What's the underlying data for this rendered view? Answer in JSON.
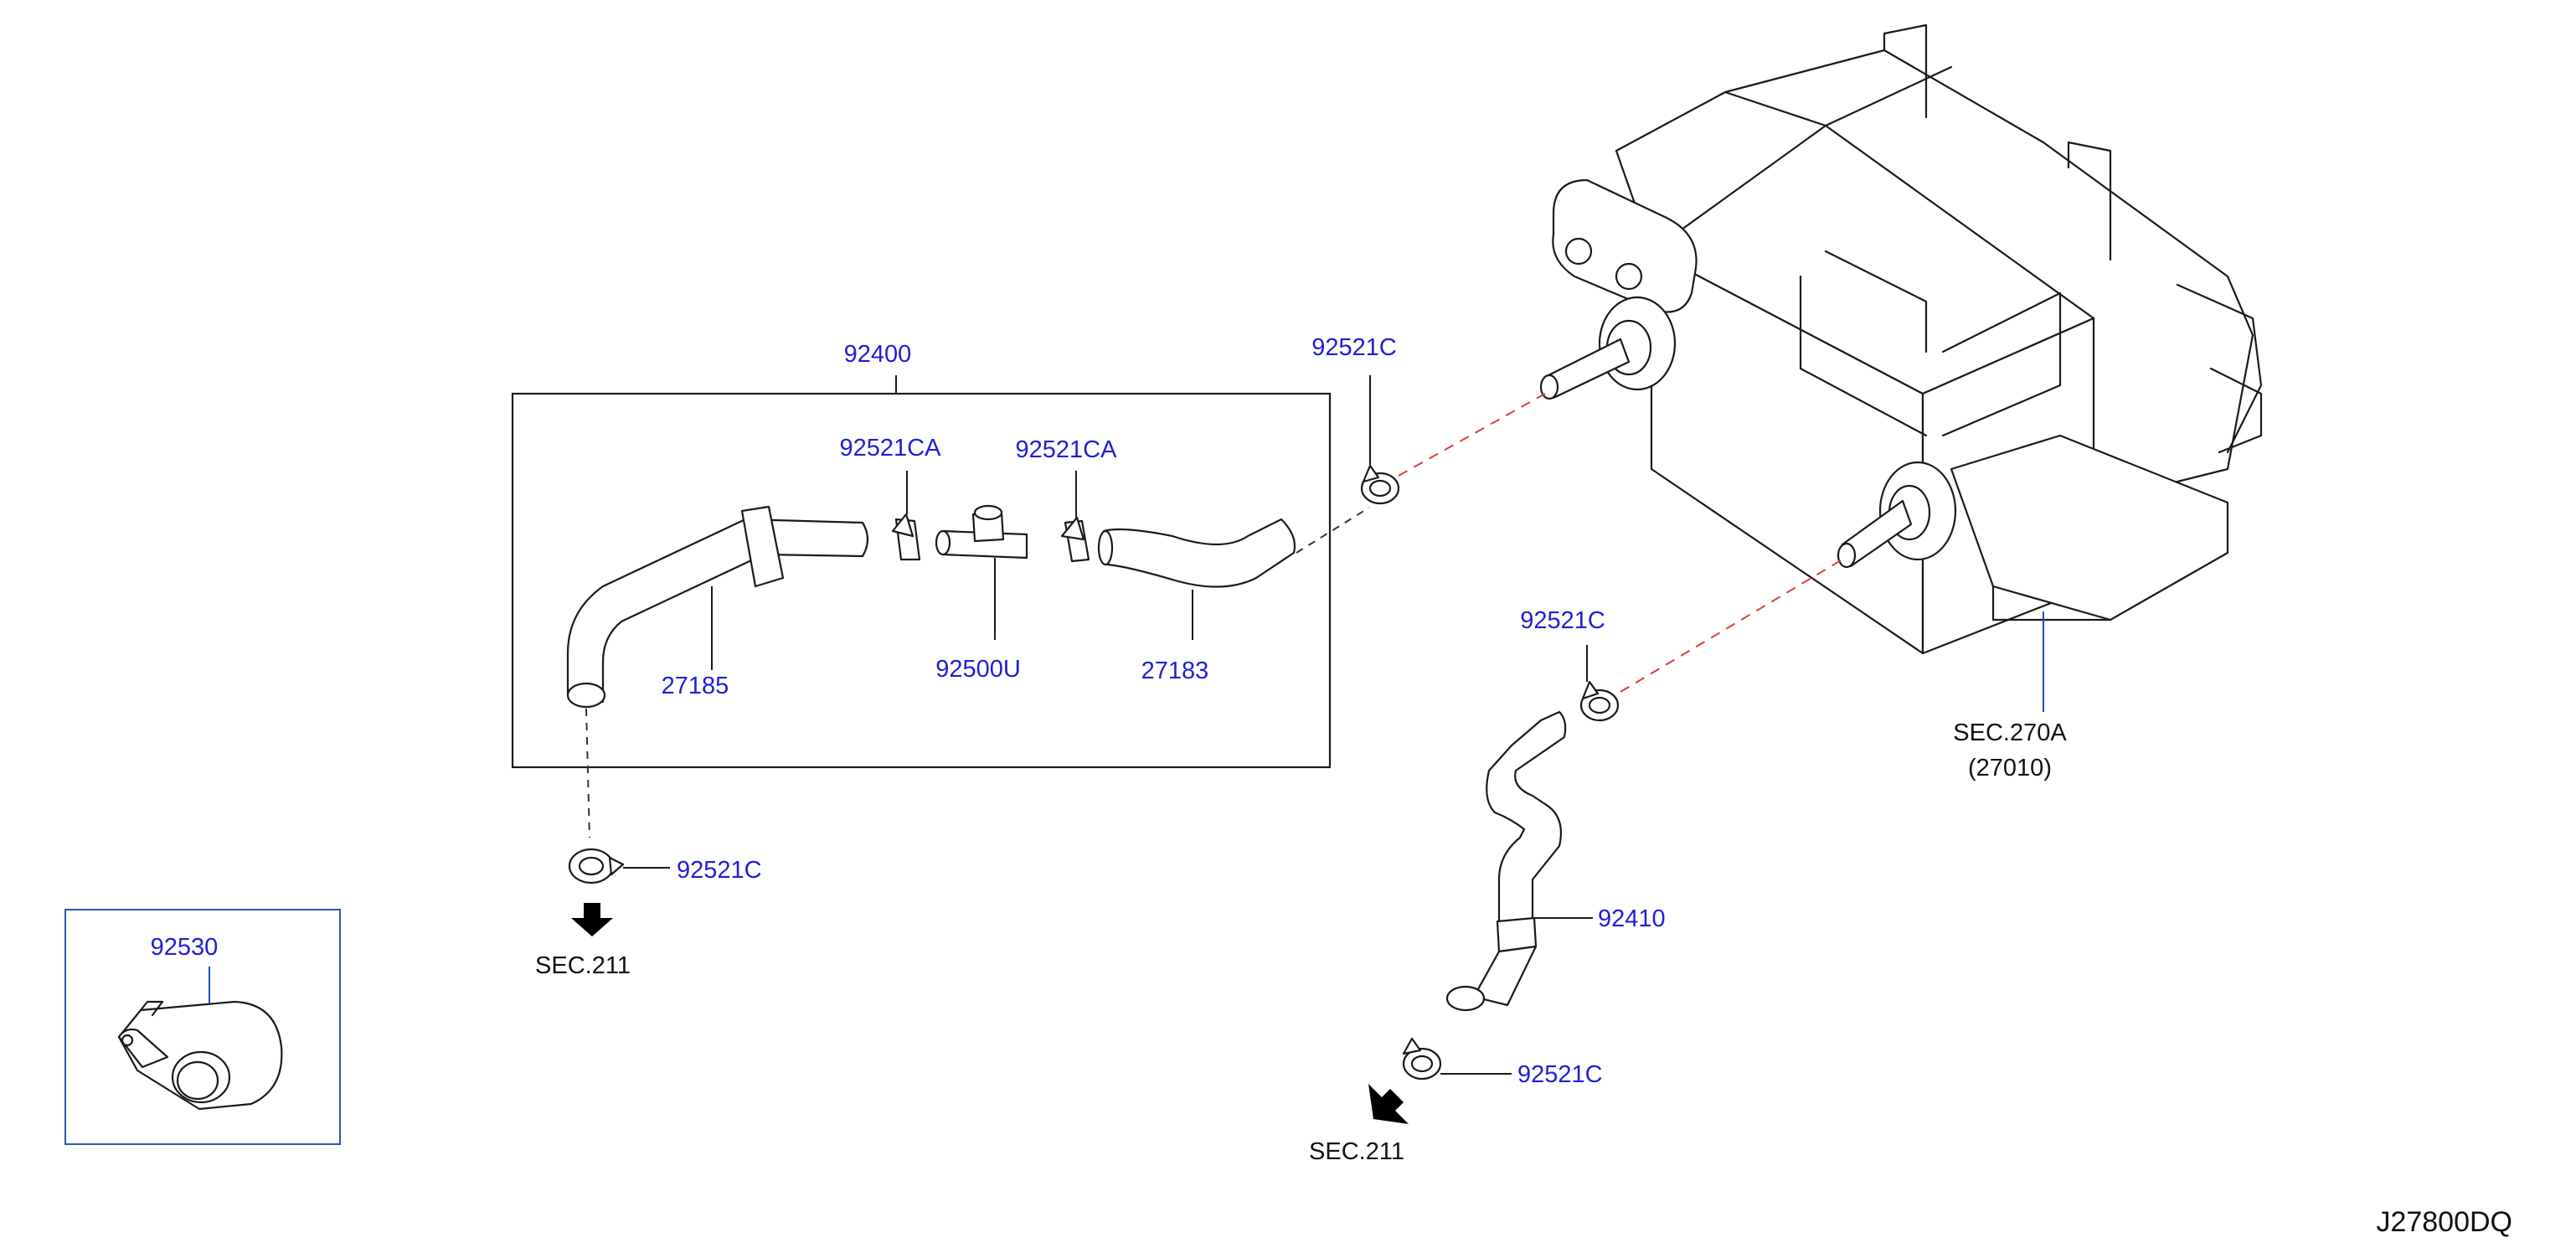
{
  "diagram": {
    "code": "J27800DQ",
    "labels": {
      "assembly": "92400",
      "clamp_upper_right": "92521C",
      "clamp_a_left": "92521CA",
      "clamp_a_right": "92521CA",
      "hose_left": "27185",
      "connector": "92500U",
      "hose_right": "27183",
      "clamp_mid": "92521C",
      "heater_unit_sec": "SEC.270A",
      "heater_unit_part": "(27010)",
      "clamp_left_lower": "92521C",
      "sec_left": "SEC.211",
      "hose_lower": "92410",
      "clamp_bottom": "92521C",
      "sec_bottom": "SEC.211",
      "clip": "92530"
    }
  }
}
